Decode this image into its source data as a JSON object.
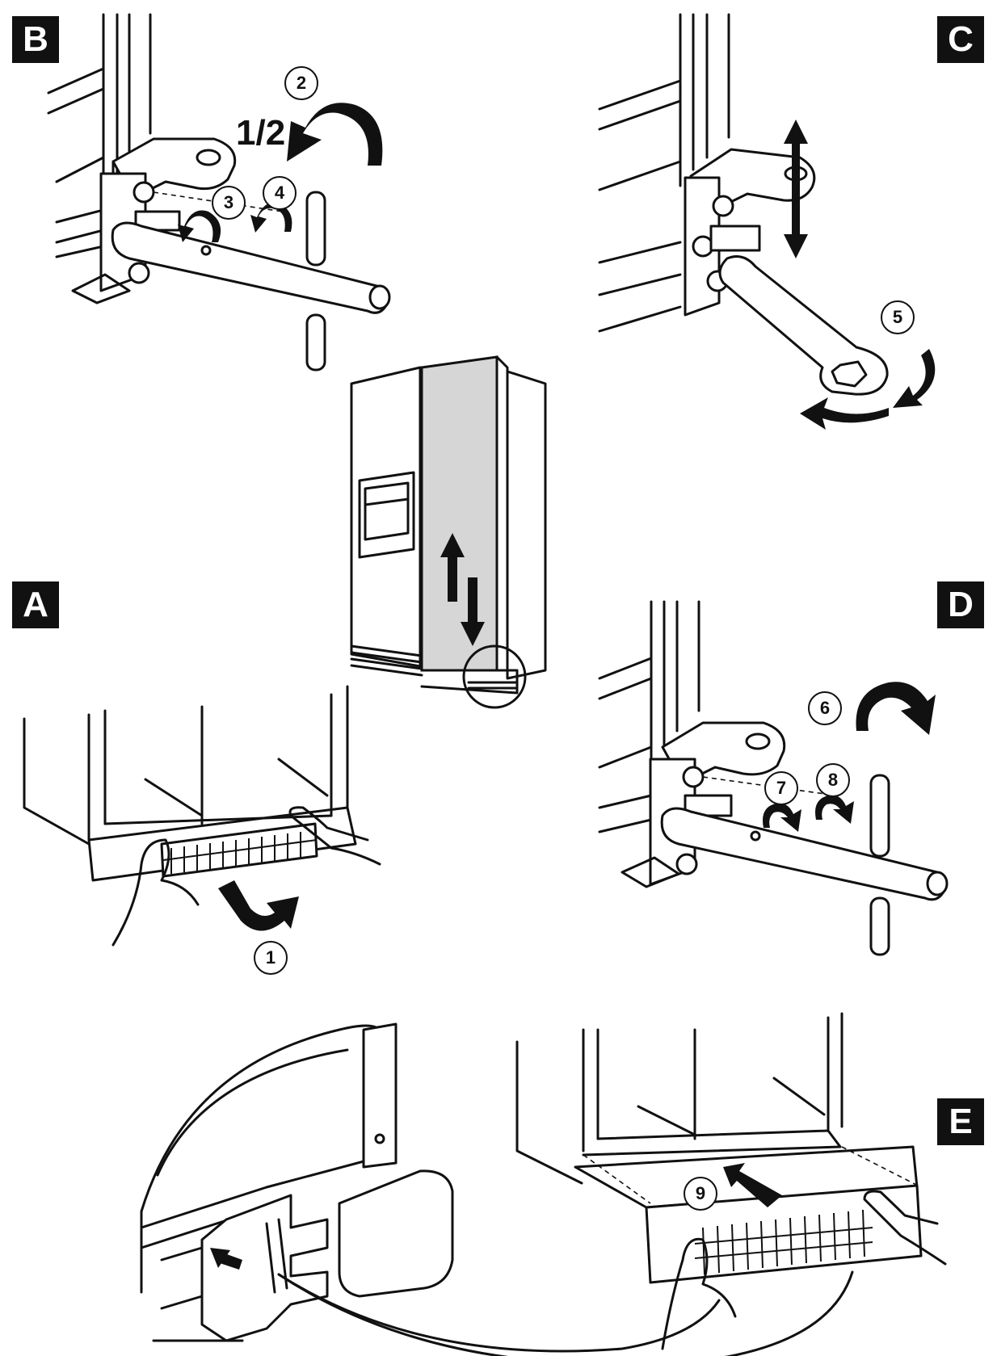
{
  "panels": {
    "A": {
      "label": "A",
      "steps": [
        "1"
      ]
    },
    "B": {
      "label": "B",
      "steps": [
        "2",
        "3",
        "4"
      ],
      "fraction": "1/2"
    },
    "C": {
      "label": "C",
      "steps": [
        "5"
      ]
    },
    "D": {
      "label": "D",
      "steps": [
        "6",
        "7",
        "8"
      ]
    },
    "E": {
      "label": "E",
      "steps": [
        "9"
      ]
    }
  },
  "icons": [
    "rotate-counterclockwise-arrow-icon",
    "rotate-clockwise-arrow-icon",
    "up-down-arrow-icon",
    "push-arrow-icon"
  ]
}
